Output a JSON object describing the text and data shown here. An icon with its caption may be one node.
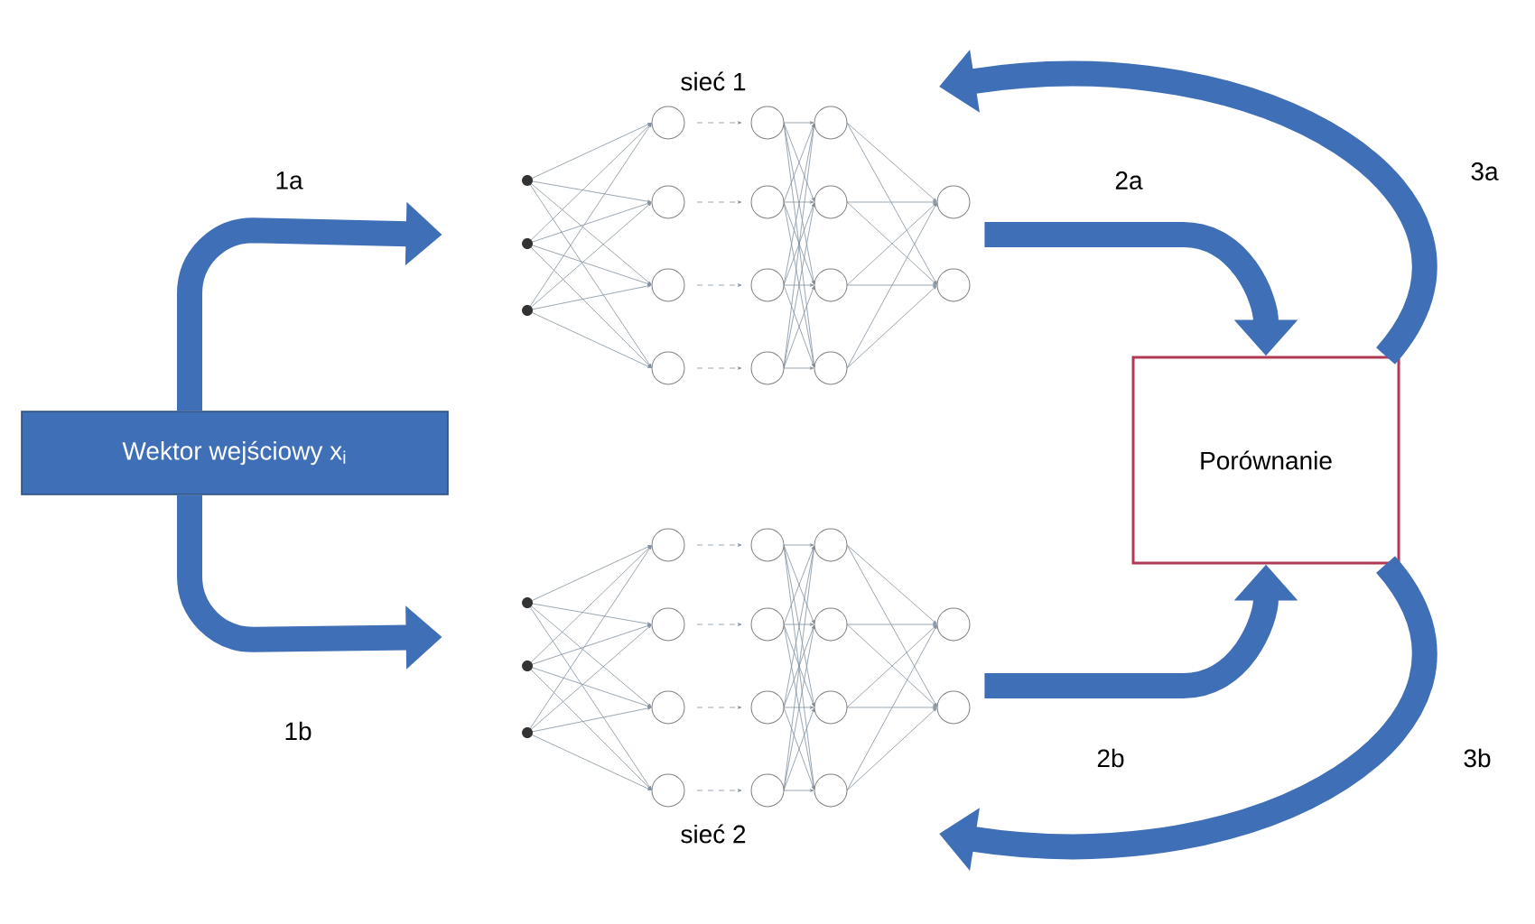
{
  "diagram": {
    "nodes": [
      {
        "text": [
          "Wektor wejściowy x$_{i}$"
        ]
      },
      {
        "text": [
          "sieć 1"
        ]
      },
      {
        "text": [
          "sieć 2"
        ]
      },
      {
        "text": [
          "Porównanie"
        ]
      }
    ],
    "edges": [
      {
        "from": 0,
        "to": 1,
        "arrow": "to",
        "label": "1a"
      },
      {
        "from": 0,
        "to": 2,
        "arrow": "to",
        "label": "1b"
      },
      {
        "from": 1,
        "to": 3,
        "arrow": "to",
        "label": "2a"
      },
      {
        "from": 2,
        "to": 3,
        "arrow": "to",
        "label": "2b"
      },
      {
        "from": 3,
        "to": 1,
        "arrow": "to",
        "label": "3a"
      },
      {
        "from": 3,
        "to": 2,
        "arrow": "to",
        "label": "3b"
      }
    ]
  }
}
